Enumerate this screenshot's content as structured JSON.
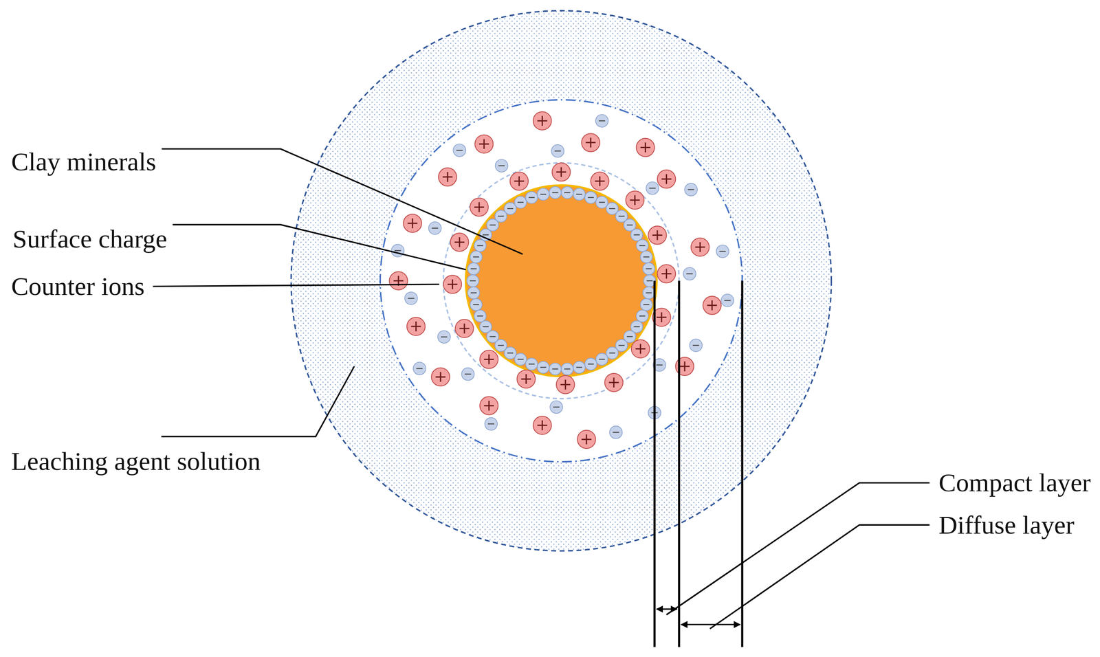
{
  "diagram": {
    "labels": [
      "Clay minerals",
      "Surface charge",
      "Counter ions",
      "Leaching agent solution",
      "Compact layer",
      "Diffuse layer"
    ]
  }
}
